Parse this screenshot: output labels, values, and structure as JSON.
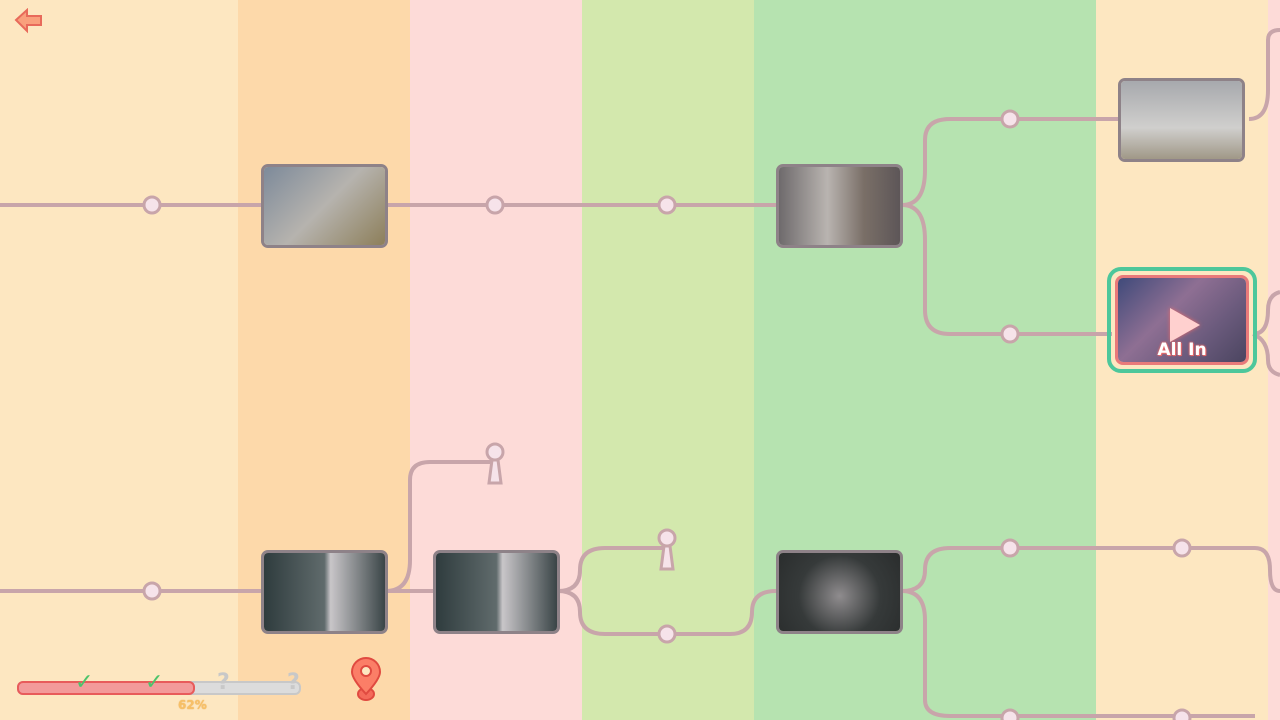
{
  "colors": {
    "col1": "#fde7c1",
    "col2": "#fdd9aa",
    "col3": "#fddbd8",
    "col4": "#d3e8ad",
    "col5": "#b6e3b0",
    "col6": "#fde7c1",
    "col7": "#fddbd8",
    "path": "#c8a5aa",
    "highlight": "#4dc79b",
    "accent": "#e85b5b"
  },
  "back_icon": "arrow-left-icon",
  "current_node": {
    "label": "All In"
  },
  "progress": {
    "percent_label": "62%",
    "value": 62,
    "checkpoints": [
      "check",
      "check",
      "unknown",
      "unknown"
    ]
  },
  "marks": {
    "check": "✓",
    "unknown": "?"
  },
  "location_icon": "map-pin-icon"
}
